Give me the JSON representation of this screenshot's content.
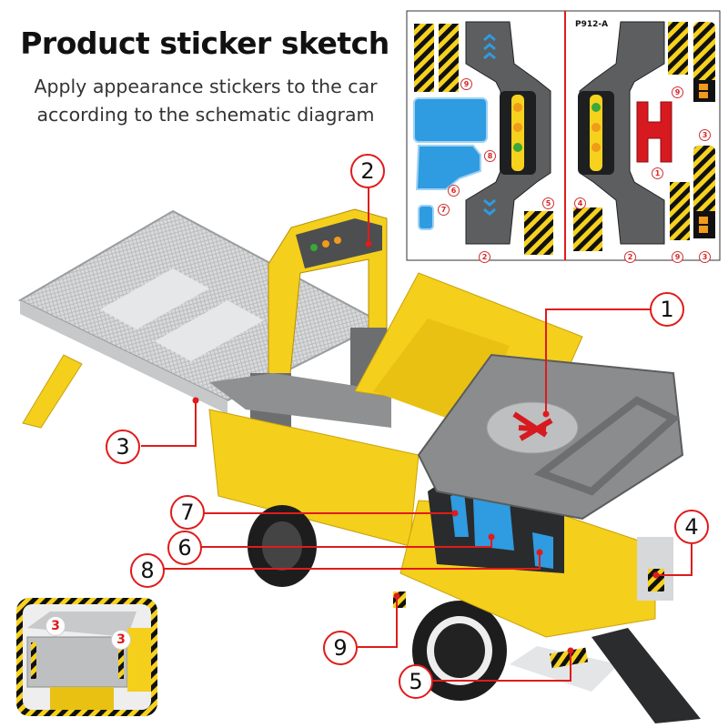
{
  "header": {
    "title": "Product sticker sketch",
    "subtitle_line1": "Apply appearance stickers to the car",
    "subtitle_line2": "according to the schematic diagram"
  },
  "sticker_sheet": {
    "code": "P912-A",
    "left_labels": [
      "9",
      "8",
      "6",
      "7",
      "5",
      "2"
    ],
    "right_labels": [
      "9",
      "3",
      "1",
      "4",
      "2",
      "9",
      "3"
    ]
  },
  "callouts": [
    {
      "id": "1",
      "label": "1",
      "target": "helipad H sticker on cab roof"
    },
    {
      "id": "2",
      "label": "2",
      "target": "arch gate side panel"
    },
    {
      "id": "3",
      "label": "3",
      "target": "rear of tipper / ramp"
    },
    {
      "id": "4",
      "label": "4",
      "target": "front right bumper stripe"
    },
    {
      "id": "5",
      "label": "5",
      "target": "front bumper hazard stripe"
    },
    {
      "id": "6",
      "label": "6",
      "target": "cab front-left window"
    },
    {
      "id": "7",
      "label": "7",
      "target": "cab side window"
    },
    {
      "id": "8",
      "label": "8",
      "target": "cab front-right window"
    },
    {
      "id": "9",
      "label": "9",
      "target": "side step hazard stripe"
    }
  ],
  "inset": {
    "labels": [
      "3",
      "3"
    ]
  },
  "colors": {
    "callout_red": "#e01b1b",
    "truck_yellow": "#f4cf1c",
    "truck_grey": "#7d7f80",
    "window_blue": "#2f9be0"
  }
}
